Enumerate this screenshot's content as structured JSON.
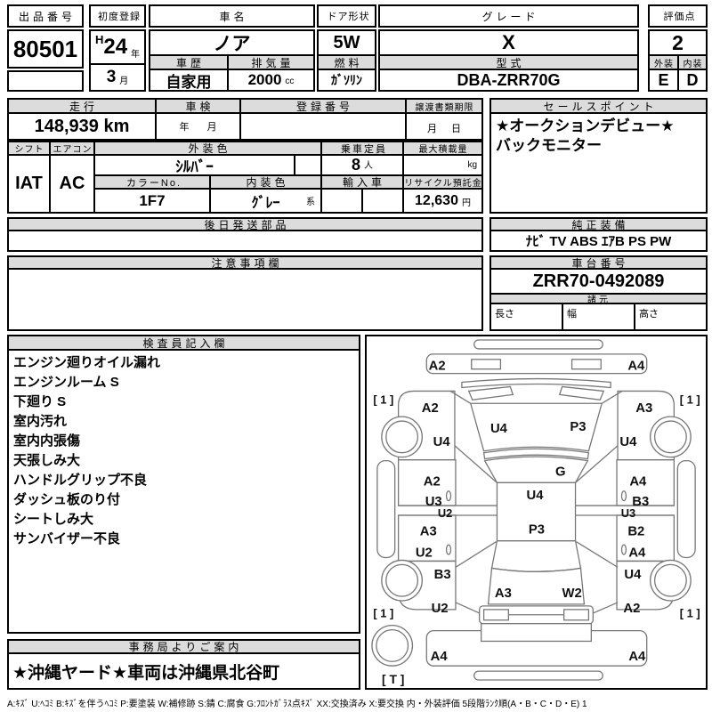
{
  "header": {
    "lot": {
      "label": "出品番号",
      "number": "80501"
    },
    "first_reg": {
      "label": "初度登録",
      "era": "H",
      "year": "24",
      "year_unit": "年",
      "month": "3",
      "month_unit": "月"
    },
    "name": {
      "label": "車名",
      "value": "ノア"
    },
    "history": {
      "label": "車歴",
      "value": "自家用"
    },
    "displacement": {
      "label": "排気量",
      "value": "2000",
      "unit": "cc"
    },
    "door": {
      "label": "ドア形状",
      "value": "5W"
    },
    "fuel": {
      "label": "燃料",
      "value": "ｶﾞｿﾘﾝ"
    },
    "grade": {
      "label": "グレード",
      "value": "X"
    },
    "model": {
      "label": "型式",
      "value": "DBA-ZRR70G"
    },
    "score": {
      "label": "評価点",
      "value": "2"
    },
    "exterior": {
      "label": "外装",
      "value": "E"
    },
    "interior": {
      "label": "内装",
      "value": "D"
    }
  },
  "row2": {
    "mileage": {
      "label": "走行",
      "value": "148,939 km"
    },
    "inspection": {
      "label": "車検",
      "y": "年",
      "m": "月"
    },
    "reg_no": {
      "label": "登録番号",
      "value": ""
    },
    "transfer": {
      "label": "譲渡書類期限",
      "m": "月",
      "d": "日"
    },
    "sales": {
      "label": "セールスポイント",
      "line1": "★オークションデビュー★",
      "line2": "バックモニター"
    }
  },
  "row3": {
    "shift": {
      "label": "シフト",
      "value": "IAT"
    },
    "aircon": {
      "label": "エアコン",
      "value": "AC"
    },
    "ext_color": {
      "label": "外装色",
      "value": "ｼﾙﾊﾞｰ"
    },
    "color_no": {
      "label": "カラーNo.",
      "value": "1F7"
    },
    "int_color": {
      "label": "内装色",
      "value": "ｸﾞﾚｰ",
      "suffix": "系"
    },
    "capacity": {
      "label": "乗車定員",
      "value": "8",
      "unit": "人"
    },
    "import_car": {
      "label": "輸入車"
    },
    "max_load": {
      "label": "最大積載量",
      "unit": "kg"
    },
    "recycle": {
      "label": "リサイクル預託金",
      "value": "12,630",
      "unit": "円"
    }
  },
  "sections": {
    "later_parts": {
      "label": "後日発送部品",
      "value": ""
    },
    "equipment": {
      "label": "純正装備",
      "value": "ﾅﾋﾞ TV ABS ｴｱB PS PW"
    },
    "caution": {
      "label": "注意事項欄",
      "value": ""
    },
    "chassis": {
      "label": "車台番号",
      "value": "ZRR70-0492089"
    },
    "specs": {
      "label": "諸元",
      "len": "長さ",
      "wid": "幅",
      "hei": "高さ"
    },
    "inspector": {
      "label": "検査員記入欄",
      "items": [
        "エンジン廻りオイル漏れ",
        "エンジンルーム S",
        "下廻り S",
        "室内汚れ",
        "室内内張傷",
        "天張しみ大",
        "ハンドルグリップ不良",
        "ダッシュ板のり付",
        "シートしみ大",
        "サンバイザー不良"
      ]
    },
    "office": {
      "label": "事務局よりご案内",
      "value": "★沖縄ヤード★車両は沖縄県北谷町"
    }
  },
  "legend": "A:ｷｽﾞ U:ﾍｺﾐ B:ｷｽﾞを伴うﾍｺﾐ P:要塗装 W:補修跡 S:錆 C:腐食 G:ﾌﾛﾝﾄｶﾞﾗｽ点ｷｽﾞ XX:交換済み X:要交換  内・外装評価 5段階ﾗﾝｸ順(A・B・C・D・E) 1",
  "diagram": {
    "labels": [
      {
        "t": "A2"
      },
      {
        "t": "A4"
      },
      {
        "t": "[ 1 ]"
      },
      {
        "t": "[ 1 ]"
      },
      {
        "t": "A2"
      },
      {
        "t": "A3"
      },
      {
        "t": "U4"
      },
      {
        "t": "P3"
      },
      {
        "t": "U4"
      },
      {
        "t": "U4"
      },
      {
        "t": "G"
      },
      {
        "t": "A2"
      },
      {
        "t": "A4"
      },
      {
        "t": "U3"
      },
      {
        "t": "B3"
      },
      {
        "t": "U4"
      },
      {
        "t": "U2"
      },
      {
        "t": "U3"
      },
      {
        "t": "A3"
      },
      {
        "t": "P3"
      },
      {
        "t": "B2"
      },
      {
        "t": "U2"
      },
      {
        "t": "A4"
      },
      {
        "t": "B3"
      },
      {
        "t": "U4"
      },
      {
        "t": "A3"
      },
      {
        "t": "W2"
      },
      {
        "t": "U2"
      },
      {
        "t": "A2"
      },
      {
        "t": "[ 1 ]"
      },
      {
        "t": "[ 1 ]"
      },
      {
        "t": "A4"
      },
      {
        "t": "A4"
      },
      {
        "t": "[ T ]"
      }
    ]
  },
  "colors": {
    "header_bg": "#dcdcdc",
    "border": "#000000",
    "diagram_line": "#777777"
  }
}
